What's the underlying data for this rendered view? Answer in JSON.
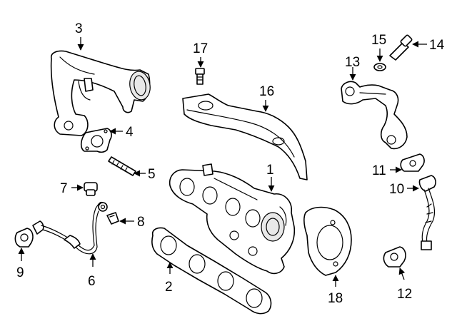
{
  "callouts": [
    {
      "id": "1",
      "label": "1",
      "part": "turbocharger-manifold"
    },
    {
      "id": "2",
      "label": "2",
      "part": "manifold-gasket"
    },
    {
      "id": "3",
      "label": "3",
      "part": "outlet-pipe"
    },
    {
      "id": "4",
      "label": "4",
      "part": "pipe-gasket"
    },
    {
      "id": "5",
      "label": "5",
      "part": "stud"
    },
    {
      "id": "6",
      "label": "6",
      "part": "oil-feed-line"
    },
    {
      "id": "7",
      "label": "7",
      "part": "plug"
    },
    {
      "id": "8",
      "label": "8",
      "part": "clip"
    },
    {
      "id": "9",
      "label": "9",
      "part": "line-gasket"
    },
    {
      "id": "10",
      "label": "10",
      "part": "oil-return-line"
    },
    {
      "id": "11",
      "label": "11",
      "part": "return-line-gasket"
    },
    {
      "id": "12",
      "label": "12",
      "part": "flange-gasket"
    },
    {
      "id": "13",
      "label": "13",
      "part": "coolant-pipe"
    },
    {
      "id": "14",
      "label": "14",
      "part": "banjo-bolt"
    },
    {
      "id": "15",
      "label": "15",
      "part": "washer"
    },
    {
      "id": "16",
      "label": "16",
      "part": "heat-shield"
    },
    {
      "id": "17",
      "label": "17",
      "part": "bolt"
    },
    {
      "id": "18",
      "label": "18",
      "part": "turbo-heat-shield"
    }
  ]
}
